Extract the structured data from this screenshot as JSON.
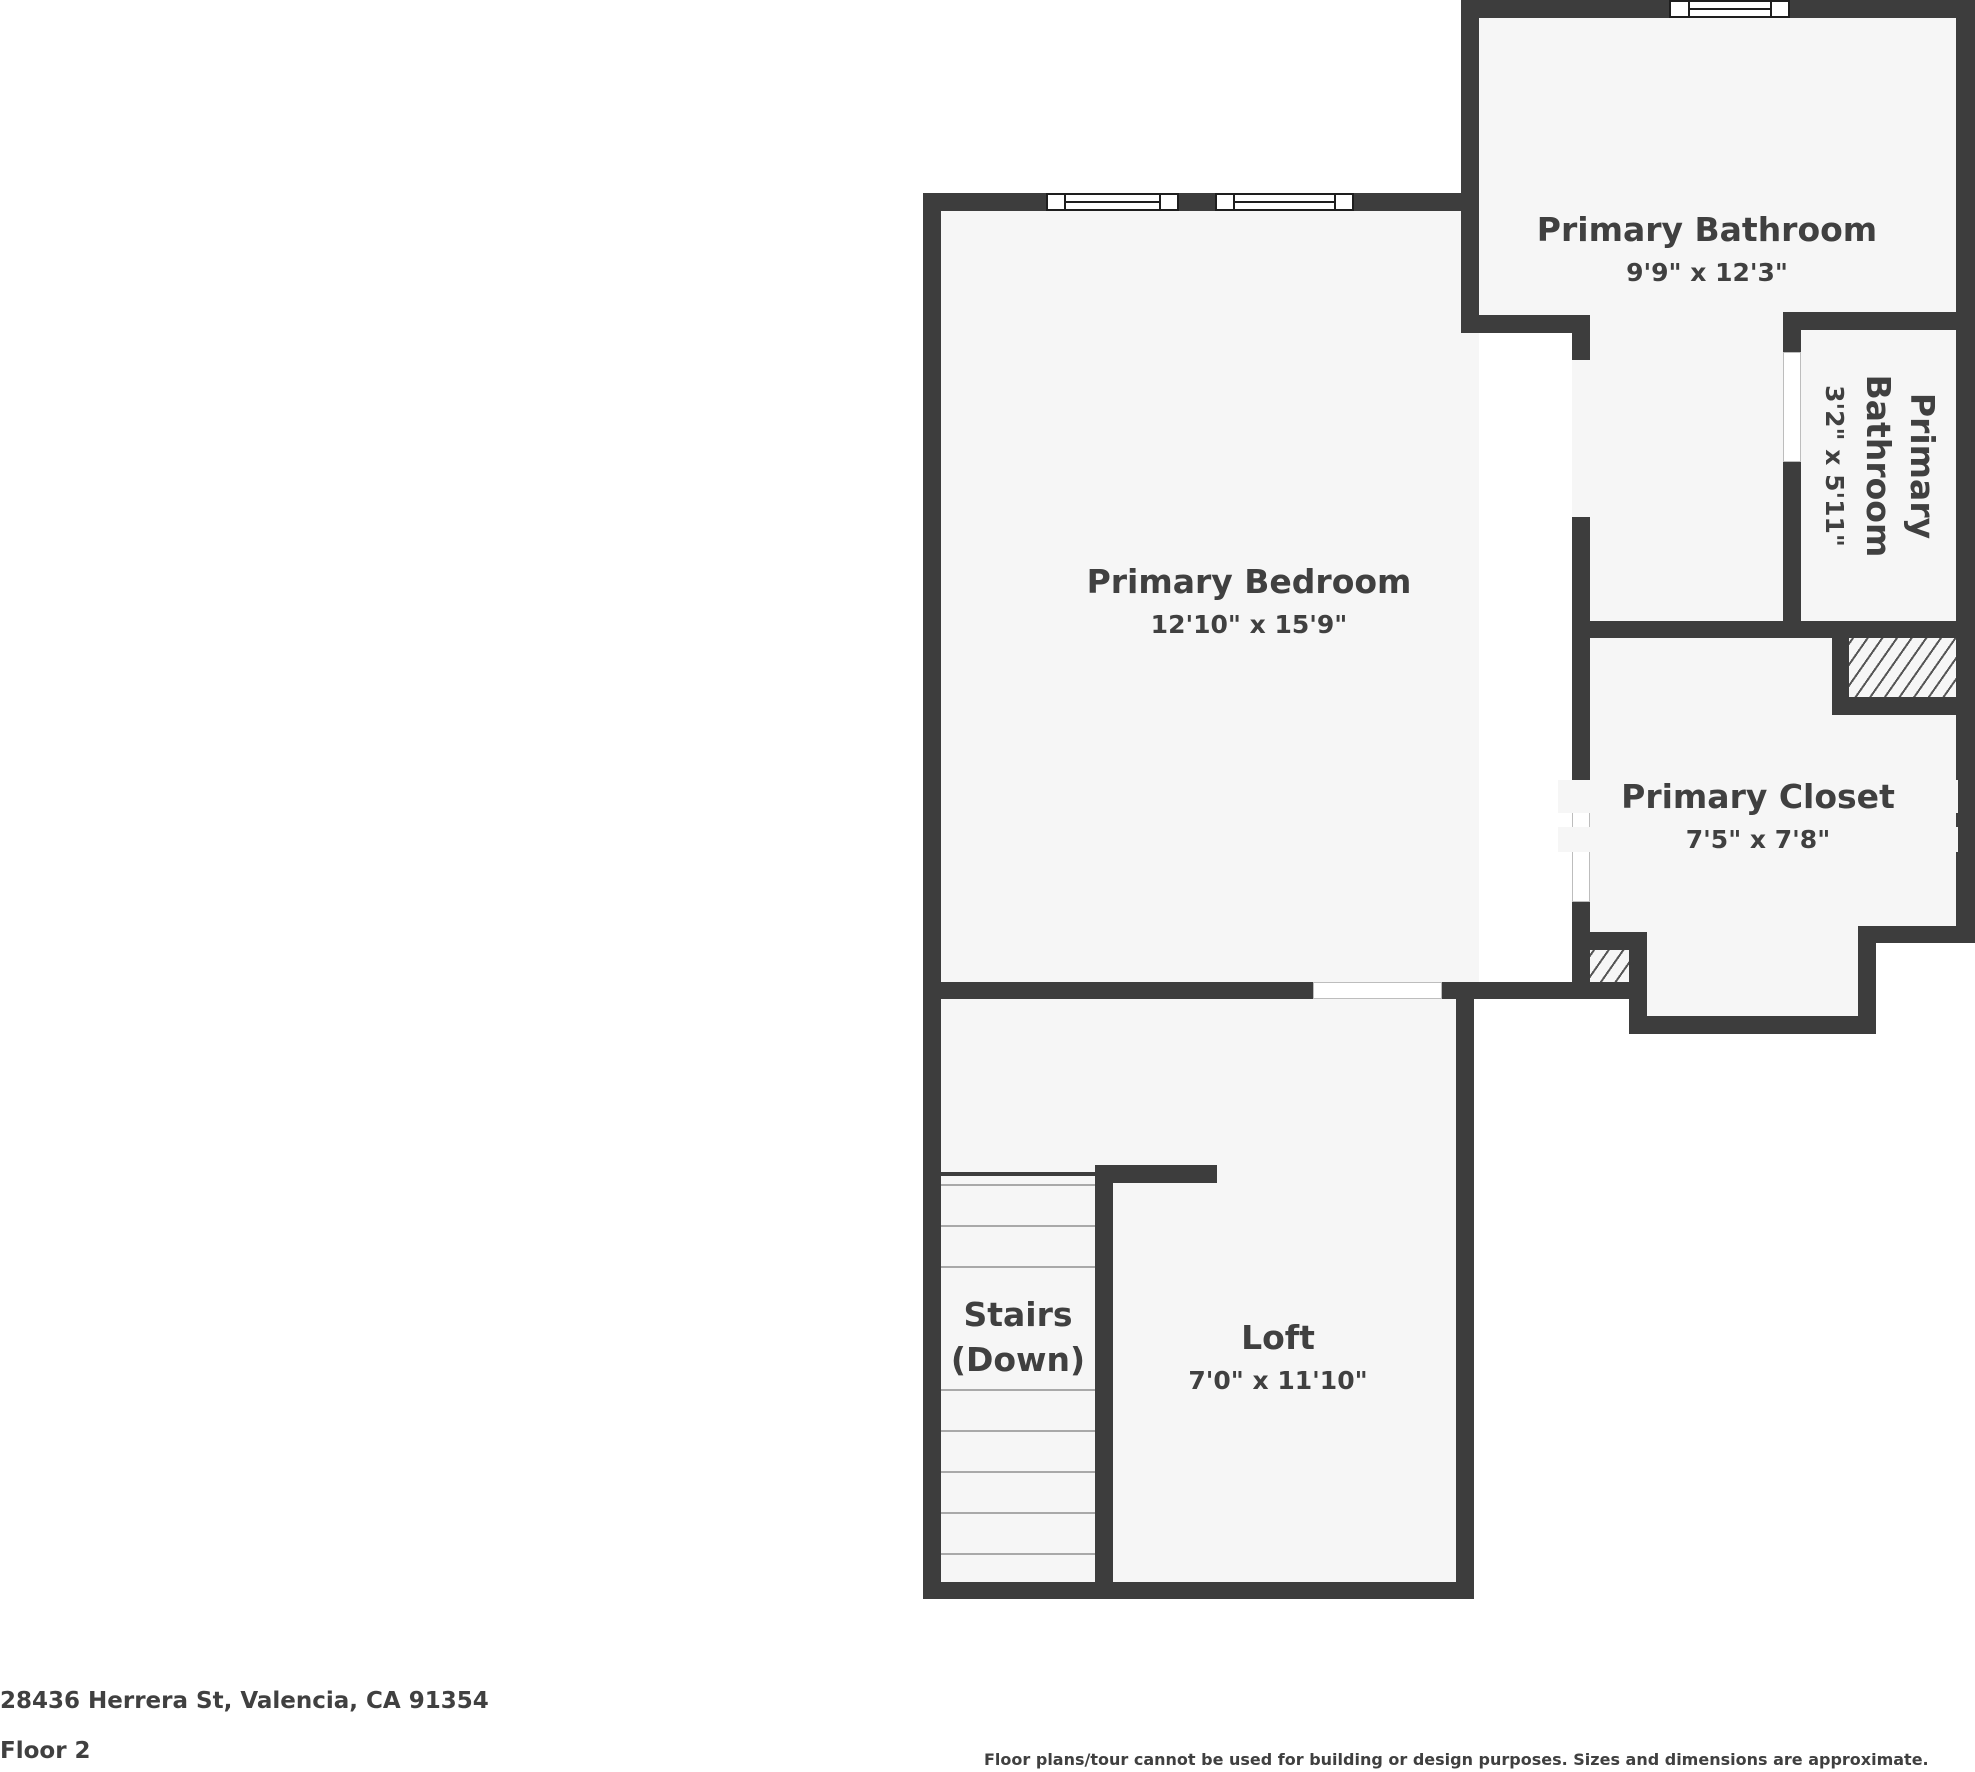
{
  "plan": {
    "floor_label": "Floor 2",
    "address": "28436 Herrera St, Valencia, CA 91354",
    "disclaimer": "Floor plans/tour cannot be used for building or design purposes. Sizes and dimensions are approximate.",
    "colors": {
      "wall": "#3d3d3d",
      "floor": "#f6f6f6",
      "text": "#404040",
      "background": "#ffffff"
    }
  },
  "rooms": {
    "primary_bathroom": {
      "name": "Primary Bathroom",
      "dims": "9'9\" x 12'3\""
    },
    "primary_bathroom_small": {
      "name_line1": "Primary",
      "name_line2": "Bathroom",
      "dims": "3'2\" x 5'11\""
    },
    "primary_bedroom": {
      "name": "Primary Bedroom",
      "dims": "12'10\" x 15'9\""
    },
    "primary_closet": {
      "name": "Primary Closet",
      "dims": "7'5\" x 7'8\""
    },
    "stairs": {
      "name_line1": "Stairs",
      "name_line2": "(Down)"
    },
    "loft": {
      "name": "Loft",
      "dims": "7'0\" x 11'10\""
    }
  }
}
